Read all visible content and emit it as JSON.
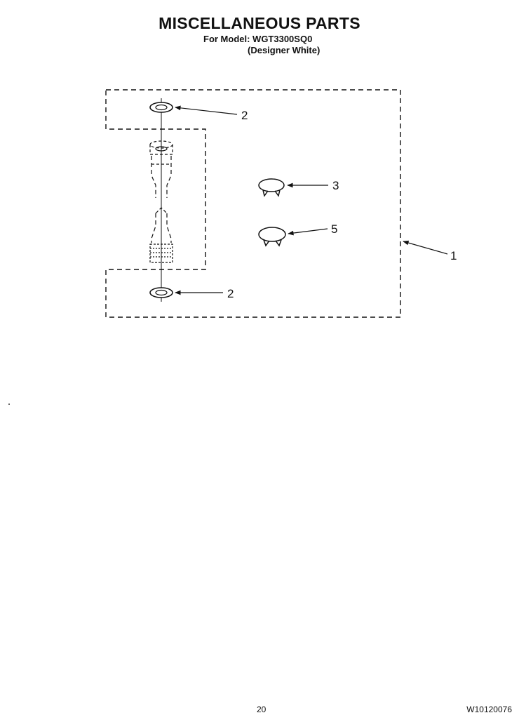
{
  "header": {
    "title": "MISCELLANEOUS PARTS",
    "model_line": "For Model: WGT3300SQ0",
    "variant_line": "(Designer White)"
  },
  "callouts": {
    "kit": "1",
    "washer_top": "2",
    "washer_bottom": "2",
    "clamp_small": "3",
    "clamp_large": "5"
  },
  "footer": {
    "page_number": "20",
    "document_code": "W10120076"
  }
}
